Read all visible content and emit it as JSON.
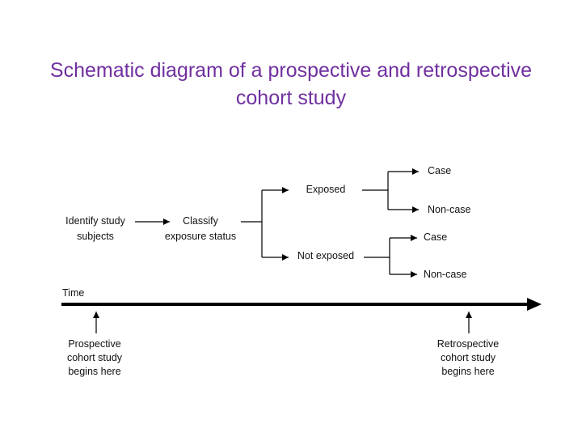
{
  "title_line1": "Schematic diagram of a prospective and retrospective",
  "title_line2": "cohort study",
  "nodes": {
    "identify_line1": "Identify study",
    "identify_line2": "subjects",
    "classify_line1": "Classify",
    "classify_line2": "exposure status",
    "exposed": "Exposed",
    "not_exposed": "Not exposed",
    "case_upper": "Case",
    "noncase_upper": "Non-case",
    "case_lower": "Case",
    "noncase_lower": "Non-case"
  },
  "timeline": {
    "label": "Time",
    "prospective_line1": "Prospective",
    "prospective_line2": "cohort study",
    "prospective_line3": "begins here",
    "retrospective_line1": "Retrospective",
    "retrospective_line2": "cohort study",
    "retrospective_line3": "begins here"
  },
  "colors": {
    "title": "#7030a0",
    "lines": "#000000",
    "text": "#111111"
  }
}
